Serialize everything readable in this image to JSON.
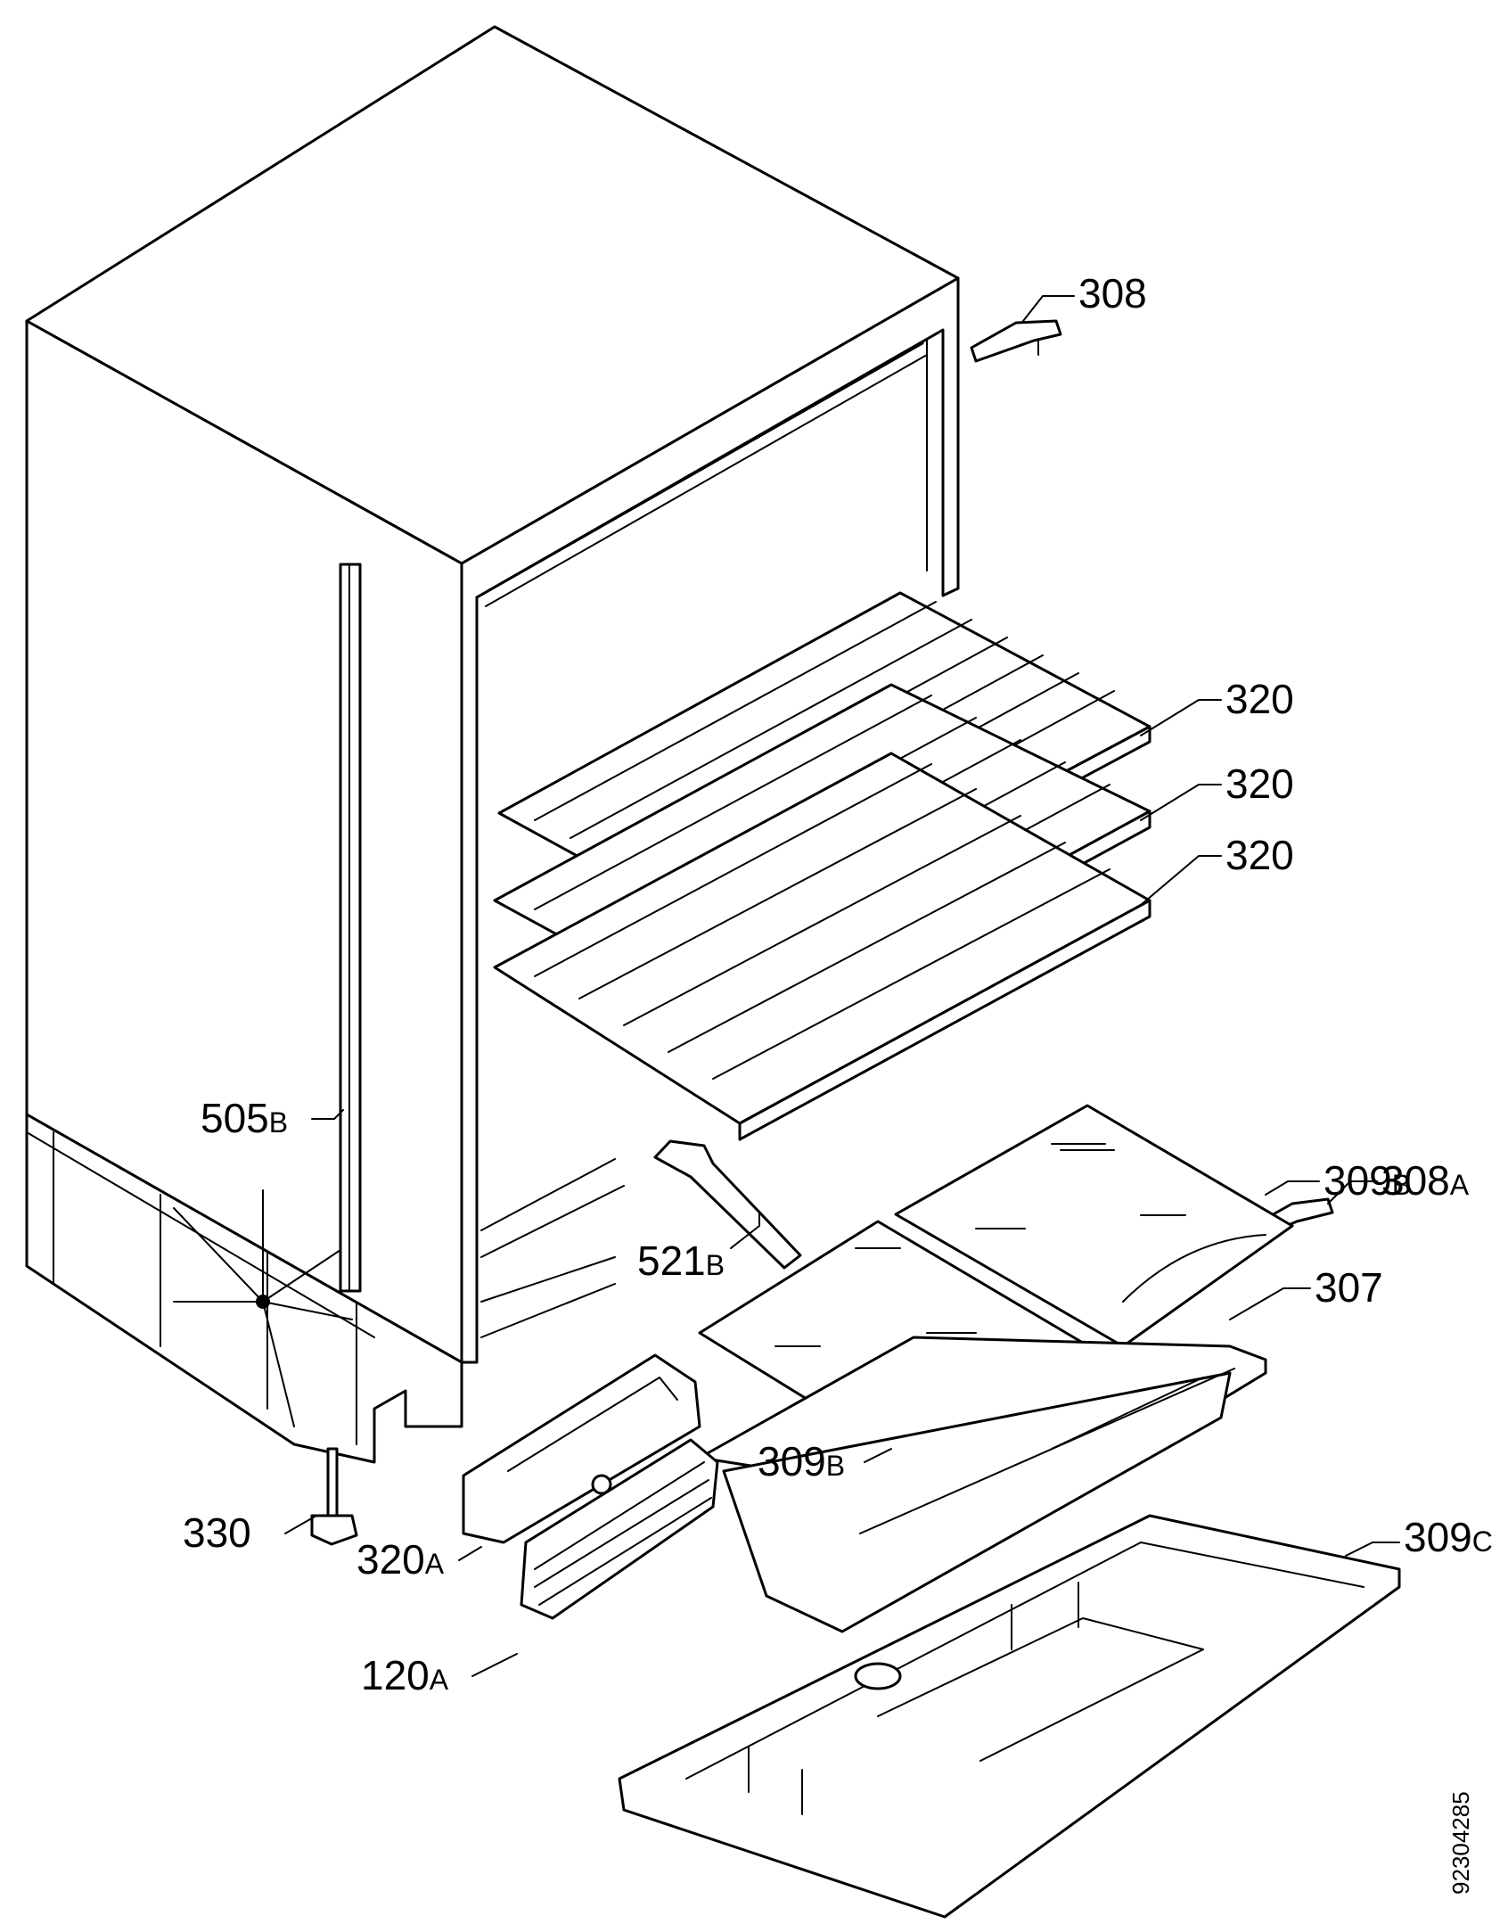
{
  "diagram": {
    "document_number": "92304285",
    "callouts": [
      {
        "id": "c308",
        "number": "308",
        "suffix": ""
      },
      {
        "id": "c320a",
        "number": "320",
        "suffix": ""
      },
      {
        "id": "c320b",
        "number": "320",
        "suffix": ""
      },
      {
        "id": "c320c",
        "number": "320",
        "suffix": ""
      },
      {
        "id": "c505b",
        "number": "505",
        "suffix": "B"
      },
      {
        "id": "c309b1",
        "number": "309",
        "suffix": "B"
      },
      {
        "id": "c521b",
        "number": "521",
        "suffix": "B"
      },
      {
        "id": "c307",
        "number": "307",
        "suffix": ""
      },
      {
        "id": "c308a",
        "number": "308",
        "suffix": "A"
      },
      {
        "id": "c309b2",
        "number": "309",
        "suffix": "B"
      },
      {
        "id": "c330",
        "number": "330",
        "suffix": ""
      },
      {
        "id": "c320A",
        "number": "320",
        "suffix": "A"
      },
      {
        "id": "c309c",
        "number": "309",
        "suffix": "C"
      },
      {
        "id": "c120a",
        "number": "120",
        "suffix": "A"
      }
    ]
  }
}
